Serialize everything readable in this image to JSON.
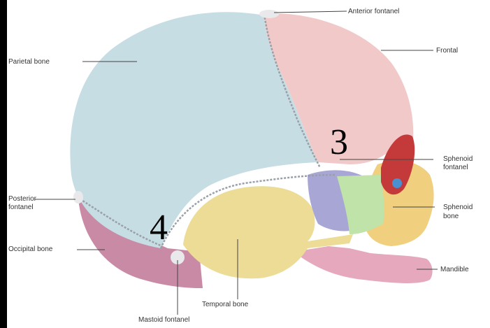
{
  "labels": {
    "anterior_fontanel": "Anterior fontanel",
    "frontal": "Frontal",
    "parietal_bone": "Parietal bone",
    "sphenoid_fontanel_1": "Sphenoid",
    "sphenoid_fontanel_2": "fontanel",
    "posterior_fontanel_1": "Posterior",
    "posterior_fontanel_2": "fontanel",
    "sphenoid_bone_1": "Sphenoid",
    "sphenoid_bone_2": "bone",
    "occipital_bone": "Occipital bone",
    "mandible": "Mandible",
    "temporal_bone": "Temporal bone",
    "mastoid_fontanel": "Mastoid fontanel"
  },
  "markers": {
    "marker_3": "3",
    "marker_4": "4"
  },
  "colors": {
    "parietal": "#c6dde3",
    "frontal": "#f2c9c9",
    "temporal": "#ecdc96",
    "occipital": "#c98aa6",
    "sphenoid": "#f0cf7e",
    "greater_wing": "#a8a6d4",
    "zygomatic": "#bfe3a8",
    "mandible": "#e5a8bc",
    "suture": "#9aa0a8",
    "fontanel": "#e9e9ec"
  }
}
